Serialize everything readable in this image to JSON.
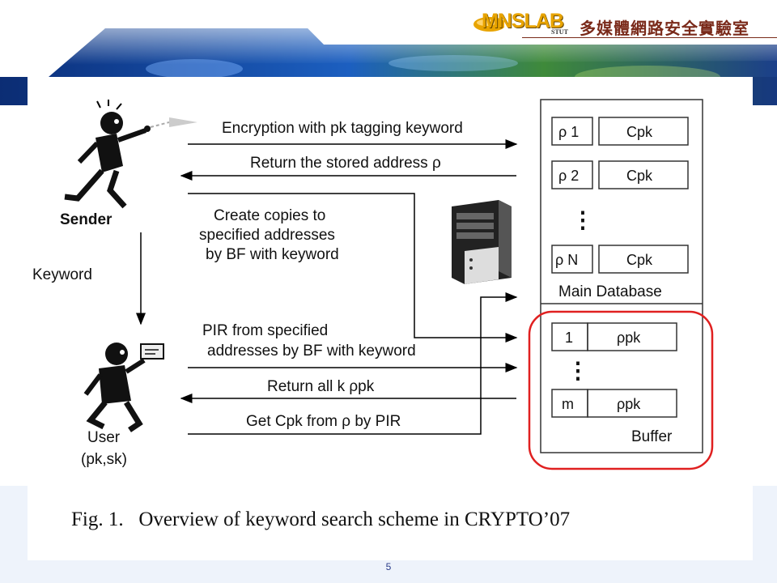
{
  "header": {
    "logo_text": "MNSLAB",
    "logo_sub": "STUT",
    "lab_name": "多媒體網路安全實驗室"
  },
  "diagram": {
    "sender_label": "Sender",
    "user_label": "User",
    "user_keys": "(pk,sk)",
    "keyword_label": "Keyword",
    "msg_encrypt": "Encryption with pk tagging keyword",
    "msg_return_addr": "Return the stored address ρ",
    "msg_copies": [
      "Create copies to",
      "specified addresses",
      "by BF with keyword"
    ],
    "msg_pir": [
      "PIR from specified",
      "addresses by BF with keyword"
    ],
    "msg_return_all": "Return all k ρpk",
    "msg_get_cpk": "Get Cpk from ρ by PIR",
    "db_rows": [
      {
        "key": "ρ 1",
        "value": "Cpk"
      },
      {
        "key": "ρ 2",
        "value": "Cpk"
      },
      {
        "key": "ρ N",
        "value": "Cpk"
      }
    ],
    "db_ellipsis": "⋮",
    "main_db_label": "Main Database",
    "buffer_rows": [
      {
        "key": "1",
        "value": "ρpk"
      },
      {
        "key": "m",
        "value": "ρpk"
      }
    ],
    "buffer_label": "Buffer",
    "caption": "Fig. 1.   Overview of keyword search scheme in CRYPTO’07"
  },
  "footer": {
    "page_number": "5"
  },
  "colors": {
    "highlight_circle": "#e02020",
    "banner_blue": "#1a4fa0"
  }
}
